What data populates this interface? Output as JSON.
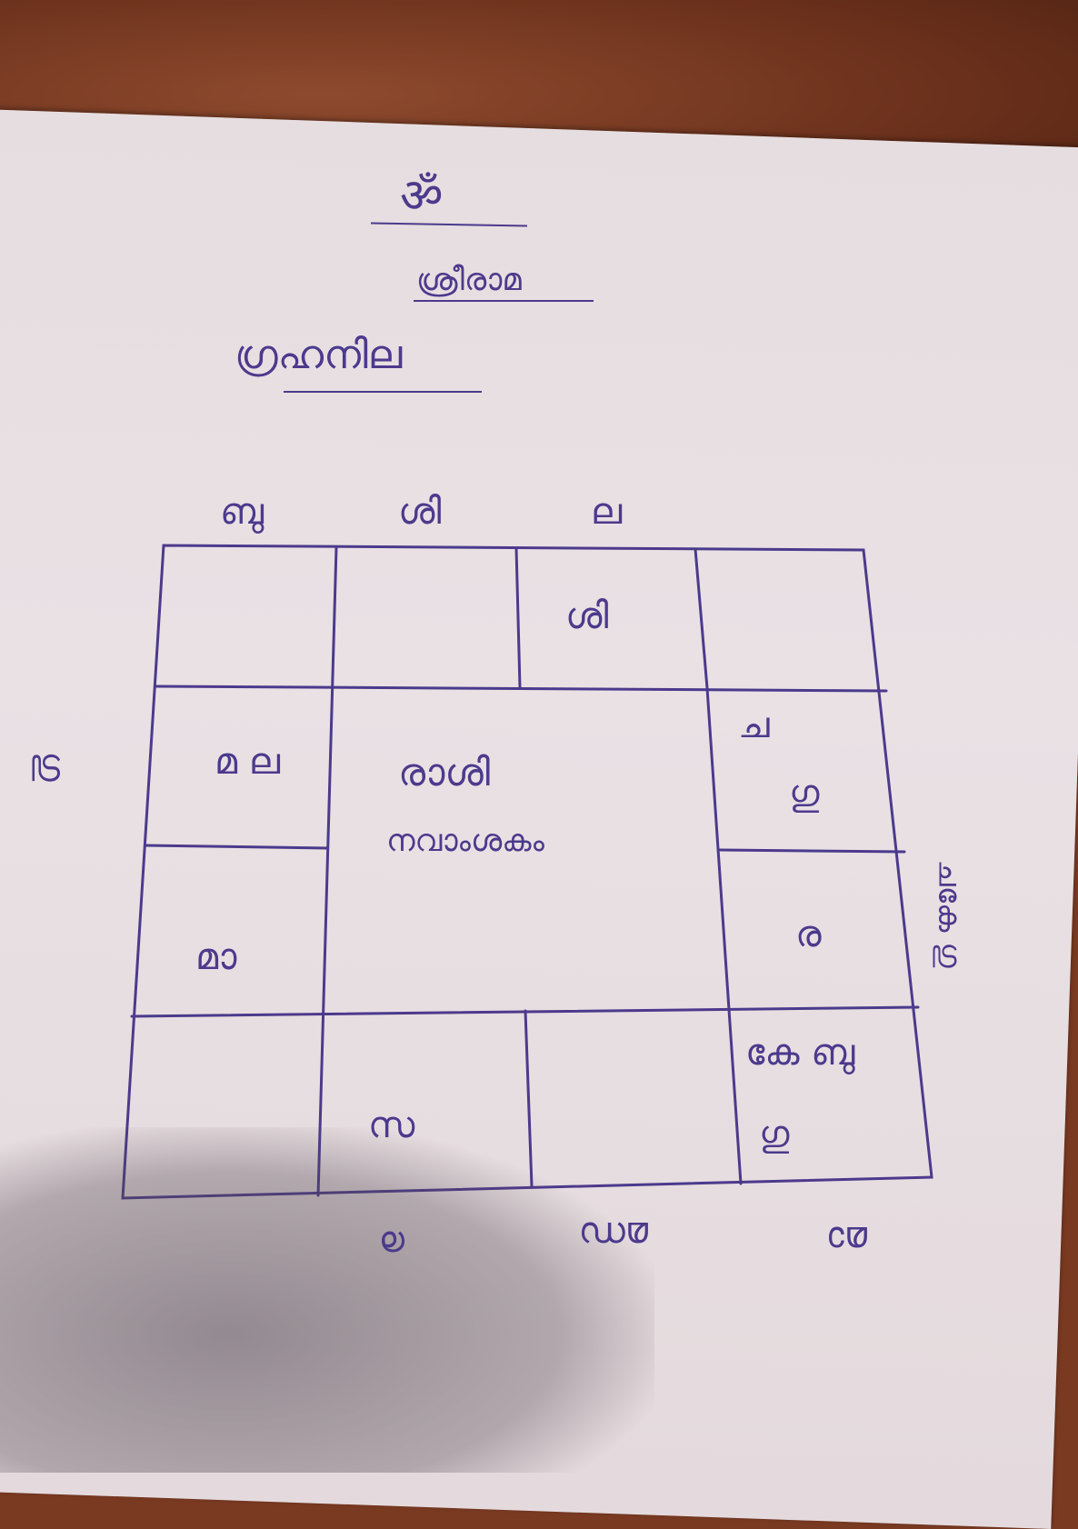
{
  "heading": {
    "om": "ॐ",
    "title": "ശ്രീരാമ",
    "subtitle": "ഗ്രഹനില"
  },
  "chart": {
    "center_line1": "രാശി",
    "center_line2": "നവാംശകം",
    "cells": {
      "top_3": "ശി",
      "left_1": "മ ല",
      "left_2": "മാ",
      "right_1_a": "ച",
      "right_1_b": "ഗു",
      "right_2": "ര",
      "bottom_right_a": "കേ ബു",
      "bottom_right_b": "ഗു",
      "bottom_2": "സ"
    },
    "outside": {
      "top_1": "ബു",
      "top_2": "ശി",
      "top_3": "ല",
      "left": "ഗു",
      "right": "ചകേ ഗു",
      "bottom_1": "ര",
      "bottom_2": "മസ",
      "bottom_3": "മാ"
    }
  }
}
